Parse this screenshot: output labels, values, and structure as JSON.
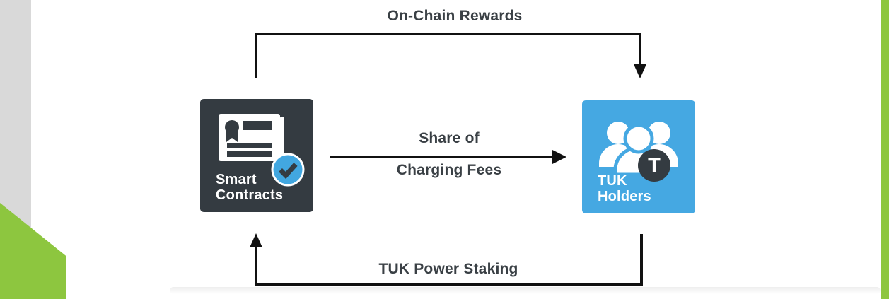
{
  "diagram": {
    "top_flow_label": "On-Chain Rewards",
    "middle_flow_label_line1": "Share of",
    "middle_flow_label_line2": "Charging Fees",
    "bottom_flow_label": "TUK Power Staking",
    "nodes": [
      {
        "id": "smart-contracts",
        "label_line1": "Smart",
        "label_line2": "Contracts",
        "icon": "contract-document-with-check-badge-icon"
      },
      {
        "id": "tuk-holders",
        "label_line1": "TUK",
        "label_line2": "Holders",
        "badge_letter": "T",
        "icon": "people-group-with-token-badge-icon"
      }
    ]
  },
  "colors": {
    "tile_dark": "#343b41",
    "tile_blue": "#45a8e2",
    "accent_green": "#8dc63f",
    "side_gray": "#d9d9d9",
    "arrow_black": "#111111",
    "label_text": "#3a4045"
  }
}
